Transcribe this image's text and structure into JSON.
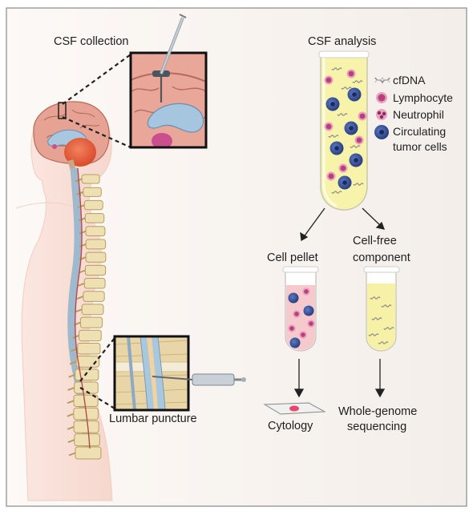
{
  "labels": {
    "csf_collection": "CSF collection",
    "csf_analysis": "CSF analysis",
    "lumbar_puncture": "Lumbar puncture",
    "cell_pellet": "Cell pellet",
    "cell_free_line1": "Cell-free",
    "cell_free_line2": "component",
    "cytology": "Cytology",
    "wgs_line1": "Whole-genome",
    "wgs_line2": "sequencing"
  },
  "legend": [
    {
      "label": "cfDNA",
      "icon": "cfdna-icon"
    },
    {
      "label": "Lymphocyte",
      "icon": "lymphocyte-icon"
    },
    {
      "label": "Neutrophil",
      "icon": "neutrophil-icon"
    },
    {
      "label": "Circulating",
      "label2": "tumor cells",
      "icon": "tumor-cell-icon"
    }
  ],
  "colors": {
    "background_panel": "#f6f2ef",
    "body_skin": "#fbe6df",
    "brain": "#e8a596",
    "tumor": "#e8603e",
    "vertebra": "#efe0b5",
    "spinal_cord": "#aec8dc",
    "csf_fluid": "#f7f2a8",
    "pellet_fluid": "#f6cdd0",
    "lymphocyte": "#c94f8f",
    "neutrophil": "#b23a78",
    "tumor_cell": "#2f4f9e",
    "arrow": "#222222"
  }
}
